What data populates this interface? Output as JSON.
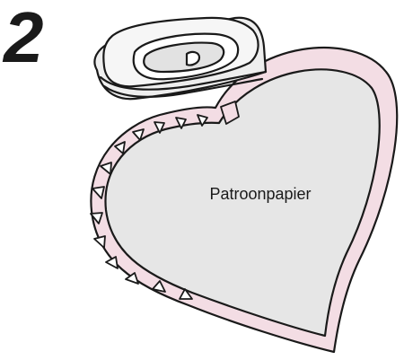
{
  "step": {
    "number": "2"
  },
  "diagram": {
    "label": "Patroonpapier",
    "colors": {
      "fabric_border": "#f3dde4",
      "paper_fill": "#e6e6e6",
      "outline": "#1a1a1a"
    },
    "icons": [
      "iron-icon",
      "heart-pattern-shape"
    ]
  }
}
